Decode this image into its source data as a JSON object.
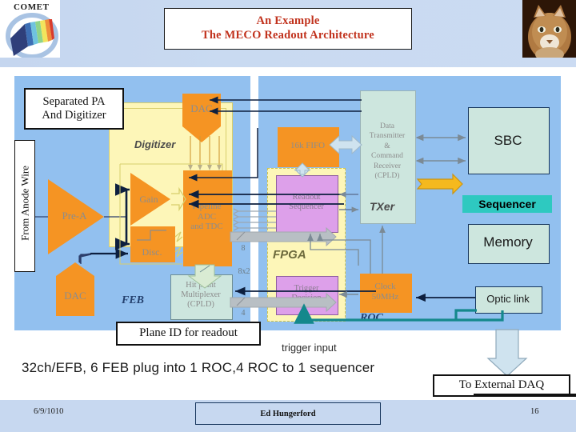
{
  "slide": {
    "logo_text": "COMET",
    "title_line1": "An Example",
    "title_line2": "The MECO Readout Architecture",
    "title_color": "#c1321d"
  },
  "callouts": {
    "separated_pa": "Separated PA\nAnd Digitizer",
    "separated_pa_l1": "Separated PA",
    "separated_pa_l2": "And Digitizer",
    "anode_wire": "From Anode Wire",
    "plane_id": "Plane ID for readout",
    "external_daq": "To External DAQ",
    "sequencer_highlight": "Sequencer"
  },
  "feb": {
    "group_label": "FEB",
    "pre_amp": "Pre-A",
    "dac_top": "DAC",
    "dac_bottom": "DAC",
    "digitizer_label": "Digitizer",
    "gain": "Gain",
    "disc": "Disc.",
    "adc_tdc_l1": "Pipeline",
    "adc_tdc_l2": "ADC",
    "adc_tdc_l3": "and TDC",
    "hit_mux_l1": "Hit point",
    "hit_mux_l2": "Multiplexer",
    "hit_mux_l3": "(CPLD)",
    "bus_8x2": "8x2",
    "bus_8": "8",
    "bus_4": "4"
  },
  "roc": {
    "group_label": "ROC",
    "fpga_label": "FPGA",
    "fifo": "16k FIFO",
    "readout_seq_l1": "Readout",
    "readout_seq_l2": "Sequencer",
    "trigger_dec_l1": "Trigger",
    "trigger_dec_l2": "Decision",
    "clock_l1": "Clock",
    "clock_l2": "50MHz",
    "txer_l1": "Data",
    "txer_l2": "Transmitter",
    "txer_l3": "&",
    "txer_l4": "Command",
    "txer_l5": "Receiver",
    "txer_l6": "(CPLD)",
    "txer_label": "TXer",
    "trigger_input": "trigger input"
  },
  "sequencer": {
    "sbc": "SBC",
    "memory": "Memory",
    "optic_link": "Optic link"
  },
  "caption": "32ch/EFB,  6 FEB plug into 1 ROC,4 ROC to 1 sequencer",
  "footer": {
    "date": "6/9/1010",
    "author": "Ed Hungerford",
    "page": "16"
  },
  "colors": {
    "panel_blue": "#92c0ef",
    "orange": "#f59423",
    "purple": "#dda0ea",
    "yellow": "#fdf6b8",
    "mint": "#cde6de",
    "teal_highlight": "#2ec9c0",
    "title_red": "#c1321d",
    "header_blue": "#c9daf1"
  }
}
